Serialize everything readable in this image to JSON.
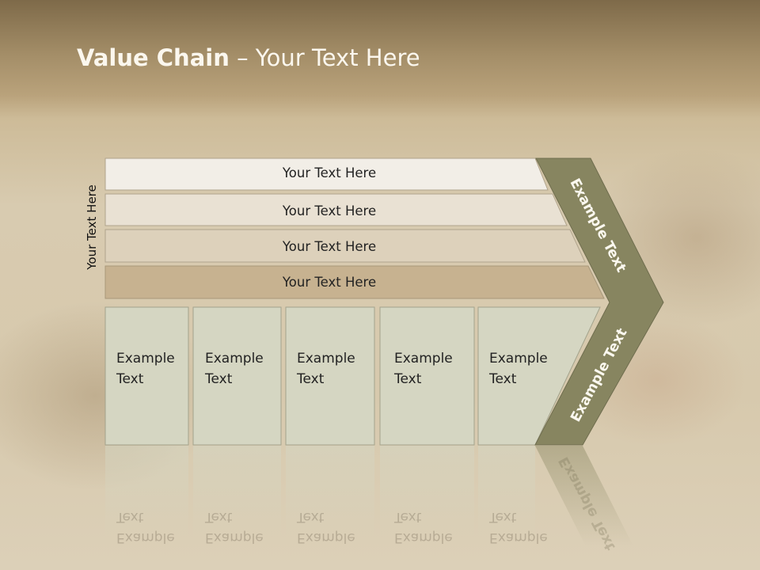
{
  "title": {
    "bold": "Value Chain",
    "rest": " – Your Text Here"
  },
  "side_label": "Your Text Here",
  "rows": [
    "Your Text Here",
    "Your Text Here",
    "Your Text Here",
    "Your Text Here"
  ],
  "boxes": [
    {
      "line1": "Example",
      "line2": "Text"
    },
    {
      "line1": "Example",
      "line2": "Text"
    },
    {
      "line1": "Example",
      "line2": "Text"
    },
    {
      "line1": "Example",
      "line2": "Text"
    },
    {
      "line1": "Example",
      "line2": "Text"
    }
  ],
  "arrow_upper": "Example Text",
  "arrow_lower": "Example Text",
  "colors": {
    "row_fills": [
      "#f2eee7",
      "#e9e1d3",
      "#ddd1bb",
      "#c7b290"
    ],
    "box_fill": "#d5d6c2",
    "arrow_fill": "#878560"
  }
}
